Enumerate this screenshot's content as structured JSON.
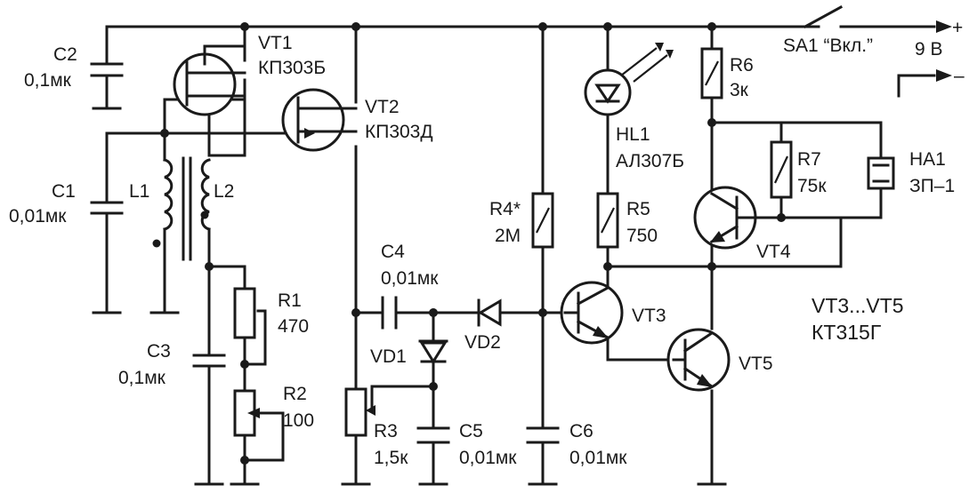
{
  "power": {
    "switch_label": "SA1 “Вкл.”",
    "voltage": "9 В",
    "plus": "+",
    "minus": "–"
  },
  "components": {
    "VT1": {
      "ref": "VT1",
      "type": "КП303Б"
    },
    "VT2": {
      "ref": "VT2",
      "type": "КП303Д"
    },
    "C1": {
      "ref": "C1",
      "value": "0,01мк"
    },
    "C2": {
      "ref": "C2",
      "value": "0,1мк"
    },
    "C3": {
      "ref": "C3",
      "value": "0,1мк"
    },
    "C4": {
      "ref": "C4",
      "value": "0,01мк"
    },
    "C5": {
      "ref": "C5",
      "value": "0,01мк"
    },
    "C6": {
      "ref": "C6",
      "value": "0,01мк"
    },
    "L1": {
      "ref": "L1"
    },
    "L2": {
      "ref": "L2"
    },
    "R1": {
      "ref": "R1",
      "value": "470"
    },
    "R2": {
      "ref": "R2",
      "value": "100"
    },
    "R3": {
      "ref": "R3",
      "value": "1,5к"
    },
    "R4": {
      "ref": "R4*",
      "value": "2М"
    },
    "R5": {
      "ref": "R5",
      "value": "750"
    },
    "R6": {
      "ref": "R6",
      "value": "3к"
    },
    "R7": {
      "ref": "R7",
      "value": "75к"
    },
    "VD1": {
      "ref": "VD1"
    },
    "VD2": {
      "ref": "VD2"
    },
    "HL1": {
      "ref": "HL1",
      "type": "АЛ307Б"
    },
    "HA1": {
      "ref": "HA1",
      "type": "ЗП–1"
    },
    "VT3": {
      "ref": "VT3"
    },
    "VT4": {
      "ref": "VT4"
    },
    "VT5": {
      "ref": "VT5"
    }
  },
  "notes": {
    "transistor_range": "VT3...VT5",
    "transistor_type": "КТ315Г"
  }
}
